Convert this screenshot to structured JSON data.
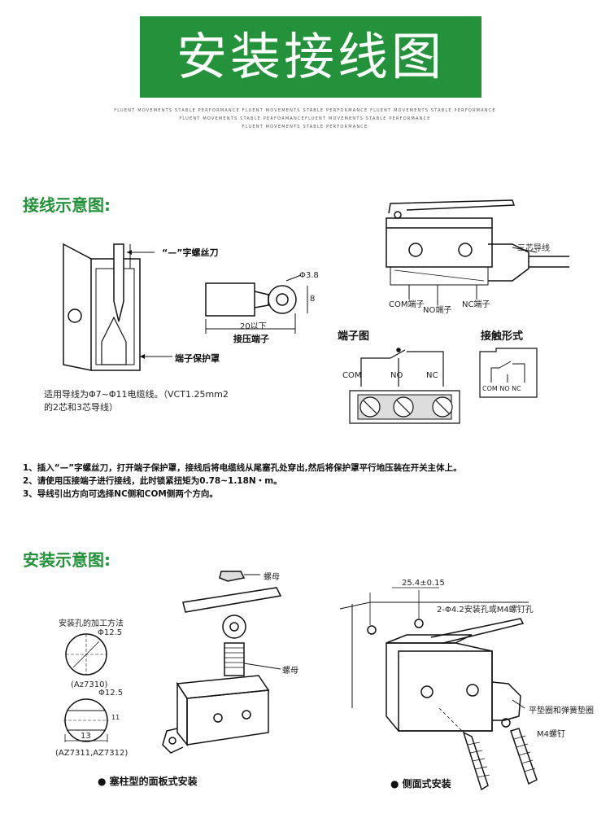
{
  "banner": {
    "title": "安装接线图",
    "bg_color": "#23923a"
  },
  "tagline": [
    "FLUENT MOVEMENTS STABLE PERFORMANCE FLUENT MOVEMENTS STABLE PERFORMANCE FLUENT MOVEMENTS STABLE PERFORMANCE",
    "FLUENT MOVEMENTS STABLE PERFORMANCEFLUENT MOVEMENTS STABLE PERFORMANCE",
    "FLUENT MOVEMENTS STABLE PERFORMANCE"
  ],
  "wiring": {
    "title": "接线示意图:",
    "screwdriver_label": "“—”字螺丝刀",
    "cover_label": "端子保护罩",
    "wire_note_1": "适用导线为Φ7~Φ11电缆线。（VCT1.25mm2",
    "wire_note_2": "的2芯和3芯导线）",
    "dim_phi": "Φ3.8",
    "dim_8": "8",
    "dim_20": "20以下",
    "crimp_label": "接压端子",
    "cable_label": "三芯导线",
    "com_terminal": "COM端子",
    "no_terminal": "NO端子",
    "nc_terminal": "NC端子",
    "terminal_diagram_title": "端子图",
    "contact_form_title": "接触形式",
    "com": "COM",
    "no": "NO",
    "nc": "NC",
    "contact_labels": "COM NO  NC"
  },
  "notes": [
    "1、插入“—”字螺丝刀，打开端子保护罩，接线后将电缆线从尾塞孔处穿出,然后将保护罩平行地压装在开关主体上。",
    "2、请使用压接端子进行接线，此时锁紧扭矩为0.78~1.18N・m。",
    "3、导线引出方向可选择NC侧和COM侧两个方向。"
  ],
  "install": {
    "title": "安装示意图:",
    "hole_method": "安装孔的加工方法",
    "phi_125_a": "Φ12.5",
    "model_a": "(Az7310)",
    "phi_125_b": "Φ12.5",
    "dim_13": "13",
    "dim_small": "11",
    "model_b": "(AZ7311,AZ7312)",
    "nut_top": "螺母",
    "nut_side": "螺母",
    "panel_caption": "塞柱型的面板式安装",
    "dim_254": "25.4±0.15",
    "holes_label": "2-Φ4.2安装孔或M4螺钉孔",
    "washer_label": "平垫圈和弹簧垫圈",
    "screw_label": "M4螺钉",
    "side_caption": "侧面式安装"
  }
}
